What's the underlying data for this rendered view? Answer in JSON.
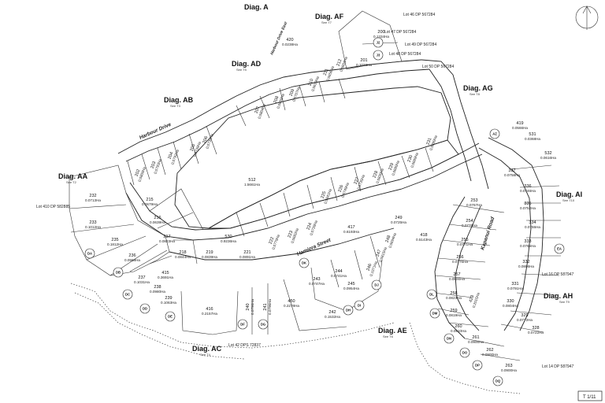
{
  "diagrams": [
    {
      "label": "Diag. A",
      "see": ""
    },
    {
      "label": "Diag. AF",
      "see": "See T7"
    },
    {
      "label": "Diag. AD",
      "see": "See T5"
    },
    {
      "label": "Diag. AB",
      "see": "See T3"
    },
    {
      "label": "Diag. AA",
      "see": "See T2"
    },
    {
      "label": "Diag. AG",
      "see": "See T8"
    },
    {
      "label": "Diag. AI",
      "see": "See T10"
    },
    {
      "label": "Diag. AH",
      "see": "See T9"
    },
    {
      "label": "Diag. AE",
      "see": "See T6"
    },
    {
      "label": "Diag. AC",
      "see": "See T4"
    }
  ],
  "lots": [
    {
      "num": "200",
      "area": "0.1334Ha"
    },
    {
      "num": "201",
      "area": "0.1023Ha"
    },
    {
      "num": "420",
      "area": "0.0238Ha"
    },
    {
      "num": "212",
      "area": "0.0604Ha"
    },
    {
      "num": "211",
      "area": "0.0656Ha"
    },
    {
      "num": "210",
      "area": "0.0619Ha"
    },
    {
      "num": "209",
      "area": "0.0707Ha"
    },
    {
      "num": "208",
      "area": "0.0809Ha"
    },
    {
      "num": "207",
      "area": "0.0804Ha"
    },
    {
      "num": "206",
      "area": "0.0739Ha"
    },
    {
      "num": "205",
      "area": "0.0739Ha"
    },
    {
      "num": "204",
      "area": "0.0792Ha"
    },
    {
      "num": "203",
      "area": "0.0793Ha"
    },
    {
      "num": "202",
      "area": "0.0809Ha"
    },
    {
      "num": "232",
      "area": "0.0713Ha"
    },
    {
      "num": "233",
      "area": "0.1012Ha"
    },
    {
      "num": "235",
      "area": "0.1812Ha"
    },
    {
      "num": "236",
      "area": "0.0968Ha"
    },
    {
      "num": "237",
      "area": "0.1031Ha"
    },
    {
      "num": "238",
      "area": "0.0980Ha"
    },
    {
      "num": "239",
      "area": "0.1063Ha"
    },
    {
      "num": "415",
      "area": "0.3691Ha"
    },
    {
      "num": "215",
      "area": "0.0679Ha"
    },
    {
      "num": "216",
      "area": "0.0639Ha"
    },
    {
      "num": "217",
      "area": "0.0823Ha"
    },
    {
      "num": "218",
      "area": "0.0844Ha"
    },
    {
      "num": "219",
      "area": "0.0839Ha"
    },
    {
      "num": "530",
      "area": "0.9236Ha"
    },
    {
      "num": "221",
      "area": "0.0891Ha"
    },
    {
      "num": "222",
      "area": "0.0779Ha"
    },
    {
      "num": "223",
      "area": "0.0682Ha"
    },
    {
      "num": "224",
      "area": "0.0728Ha"
    },
    {
      "num": "225",
      "area": "0.0841Ha"
    },
    {
      "num": "226",
      "area": "0.0749Ha"
    },
    {
      "num": "227",
      "area": "0.0735Ha"
    },
    {
      "num": "228",
      "area": "0.0830Ha"
    },
    {
      "num": "229",
      "area": "0.0680Ha"
    },
    {
      "num": "230",
      "area": "0.0689Ha"
    },
    {
      "num": "231",
      "area": "0.0890Ha"
    },
    {
      "num": "512",
      "area": "1.5661Ha"
    },
    {
      "num": "417",
      "area": "0.6193Ha"
    },
    {
      "num": "249",
      "area": "0.0725Ha"
    },
    {
      "num": "248",
      "area": "0.0694Ha"
    },
    {
      "num": "247",
      "area": "0.0815Ha"
    },
    {
      "num": "246",
      "area": "0.1071Ha"
    },
    {
      "num": "244",
      "area": "0.0741Ha"
    },
    {
      "num": "243",
      "area": "0.0747Ha"
    },
    {
      "num": "245",
      "area": "0.0954Ha"
    },
    {
      "num": "242",
      "area": "0.1532Ha"
    },
    {
      "num": "450",
      "area": "0.2278Ha"
    },
    {
      "num": "241",
      "area": "0.0796Ha"
    },
    {
      "num": "240",
      "area": "0.0796Ha"
    },
    {
      "num": "416",
      "area": "0.2157Ha"
    },
    {
      "num": "418",
      "area": "0.5143Ha"
    },
    {
      "num": "253",
      "area": "0.0767Ha"
    },
    {
      "num": "254",
      "area": "0.0776Ha"
    },
    {
      "num": "255",
      "area": "0.0771Ha"
    },
    {
      "num": "256",
      "area": "0.0776Ha"
    },
    {
      "num": "257",
      "area": "0.0800Ha"
    },
    {
      "num": "258",
      "area": "0.0823Ha"
    },
    {
      "num": "259",
      "area": "0.0819Ha"
    },
    {
      "num": "260",
      "area": "0.0910Ha"
    },
    {
      "num": "261",
      "area": "0.0900Ha"
    },
    {
      "num": "262",
      "area": "0.0900Ha"
    },
    {
      "num": "263",
      "area": "0.0900Ha"
    },
    {
      "num": "423",
      "area": "0.2015Ha"
    },
    {
      "num": "419",
      "area": "0.0566Ha"
    },
    {
      "num": "531",
      "area": "0.0368Ha"
    },
    {
      "num": "532",
      "area": "0.0616Ha"
    },
    {
      "num": "337",
      "area": "0.0758Ha"
    },
    {
      "num": "336",
      "area": "0.0746Ha"
    },
    {
      "num": "335",
      "area": "0.0752Ha"
    },
    {
      "num": "334",
      "area": "0.0755Ha"
    },
    {
      "num": "333",
      "area": "0.0765Ha"
    },
    {
      "num": "332",
      "area": "0.0806Ha"
    },
    {
      "num": "331",
      "area": "0.0791Ha"
    },
    {
      "num": "330",
      "area": "0.0804Ha"
    },
    {
      "num": "329",
      "area": "0.0772Ha"
    },
    {
      "num": "328",
      "area": "0.0722Ha"
    }
  ],
  "external_lots": [
    "Lot 46 DP 567284",
    "Lot 47 DP 567284",
    "Lot 48 DP 567284",
    "Lot 49 DP 567284",
    "Lot 50 DP 567284",
    "Lot 410 DP 582885",
    "Lot 42 DPS 72837",
    "Lot 16 DP 587947",
    "Lot 14 DP 587947"
  ],
  "roads": [
    "Harbour Drive",
    "Harbour Drive East",
    "Hamiora Street",
    "Kapanui Road"
  ],
  "markers": [
    "DA",
    "DB",
    "DC",
    "DD",
    "DE",
    "DF",
    "DG",
    "DH",
    "DI",
    "DJ",
    "DK",
    "DL",
    "DM",
    "DN",
    "DO",
    "DP",
    "DQ",
    "EA",
    "J2",
    "J3",
    "AZ"
  ],
  "sheet": "T 1/11"
}
